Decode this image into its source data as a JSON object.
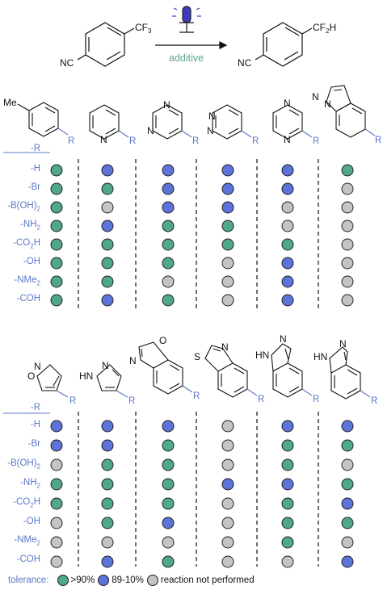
{
  "colors": {
    "green": "#4fa888",
    "blue": "#5c73d9",
    "gray": "#c4c4c4",
    "accent_text": "#5b78c8",
    "additive_text": "#5aa889"
  },
  "reaction": {
    "reactant_group": "CF",
    "reactant_sub": "3",
    "product_group": "CF",
    "product_sub": "2",
    "product_tail": "H",
    "nc": "NC",
    "additive": "additive"
  },
  "labels": {
    "me": "Me",
    "r": "R",
    "n": "N",
    "o": "O",
    "s": "S",
    "hn": "HN",
    "nh": "N"
  },
  "row_labels": [
    "-R",
    "-H",
    "-Br",
    "-B(OH)2",
    "-NH2",
    "-CO2H",
    "-OH",
    "-NMe2",
    "-COH"
  ],
  "top_grid": [
    [
      "green",
      "blue",
      "blue",
      "blue",
      "blue",
      "green"
    ],
    [
      "green",
      "green",
      "blue",
      "blue",
      "blue",
      "gray"
    ],
    [
      "green",
      "gray",
      "blue",
      "blue",
      "gray",
      "gray"
    ],
    [
      "green",
      "blue",
      "green",
      "green",
      "gray",
      "gray"
    ],
    [
      "green",
      "green",
      "green",
      "green",
      "green",
      "gray"
    ],
    [
      "green",
      "green",
      "green",
      "gray",
      "blue",
      "gray"
    ],
    [
      "green",
      "green",
      "gray",
      "gray",
      "blue",
      "gray"
    ],
    [
      "green",
      "blue",
      "green",
      "gray",
      "blue",
      "gray"
    ]
  ],
  "bottom_grid": [
    [
      "blue",
      "blue",
      "blue",
      "gray",
      "blue",
      "blue"
    ],
    [
      "blue",
      "blue",
      "green",
      "gray",
      "green",
      "green"
    ],
    [
      "gray",
      "green",
      "green",
      "gray",
      "green",
      "gray"
    ],
    [
      "green",
      "green",
      "green",
      "blue",
      "blue",
      "green"
    ],
    [
      "green",
      "green",
      "green",
      "gray",
      "green",
      "blue"
    ],
    [
      "gray",
      "green",
      "blue",
      "gray",
      "green",
      "green"
    ],
    [
      "gray",
      "gray",
      "gray",
      "gray",
      "green",
      "gray"
    ],
    [
      "gray",
      "blue",
      "green",
      "gray",
      "gray",
      "blue"
    ]
  ],
  "legend": {
    "title": "tolerance:",
    "items": [
      {
        "color": "green",
        "label": ">90%"
      },
      {
        "color": "blue",
        "label": "89-10%"
      },
      {
        "color": "gray",
        "label": "reaction not performed"
      }
    ]
  }
}
